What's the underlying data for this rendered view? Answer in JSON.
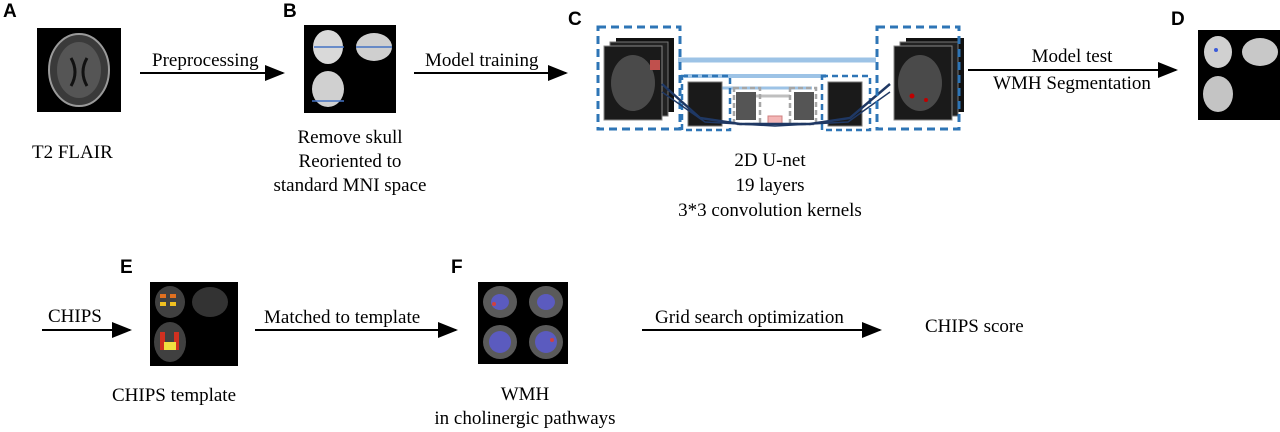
{
  "panels": {
    "a": "A",
    "b": "B",
    "c": "C",
    "d": "D",
    "e": "E",
    "f": "F"
  },
  "steps": {
    "preprocessing": "Preprocessing",
    "model_training": "Model training",
    "model_test": "Model test",
    "wmh_segmentation": "WMH  Segmentation",
    "chips": "CHIPS",
    "matched_to_template": "Matched to template",
    "grid_search": "Grid search optimization"
  },
  "captions": {
    "t2_flair": "T2 FLAIR",
    "remove_skull": [
      "Remove skull",
      "Reoriented to",
      "standard MNI space"
    ],
    "unet": [
      "2D U-net",
      "19 layers",
      "3*3 convolution kernels"
    ],
    "chips_template": "CHIPS template",
    "wmh_pathways": [
      "WMH",
      "in cholinergic pathways"
    ],
    "chips_score": "CHIPS score"
  },
  "colors": {
    "unet_box": "#2e75b6",
    "skip_line": "#9dc3e6",
    "gray_box": "#a6a6a6",
    "bottleneck": "#f4b6b6"
  }
}
